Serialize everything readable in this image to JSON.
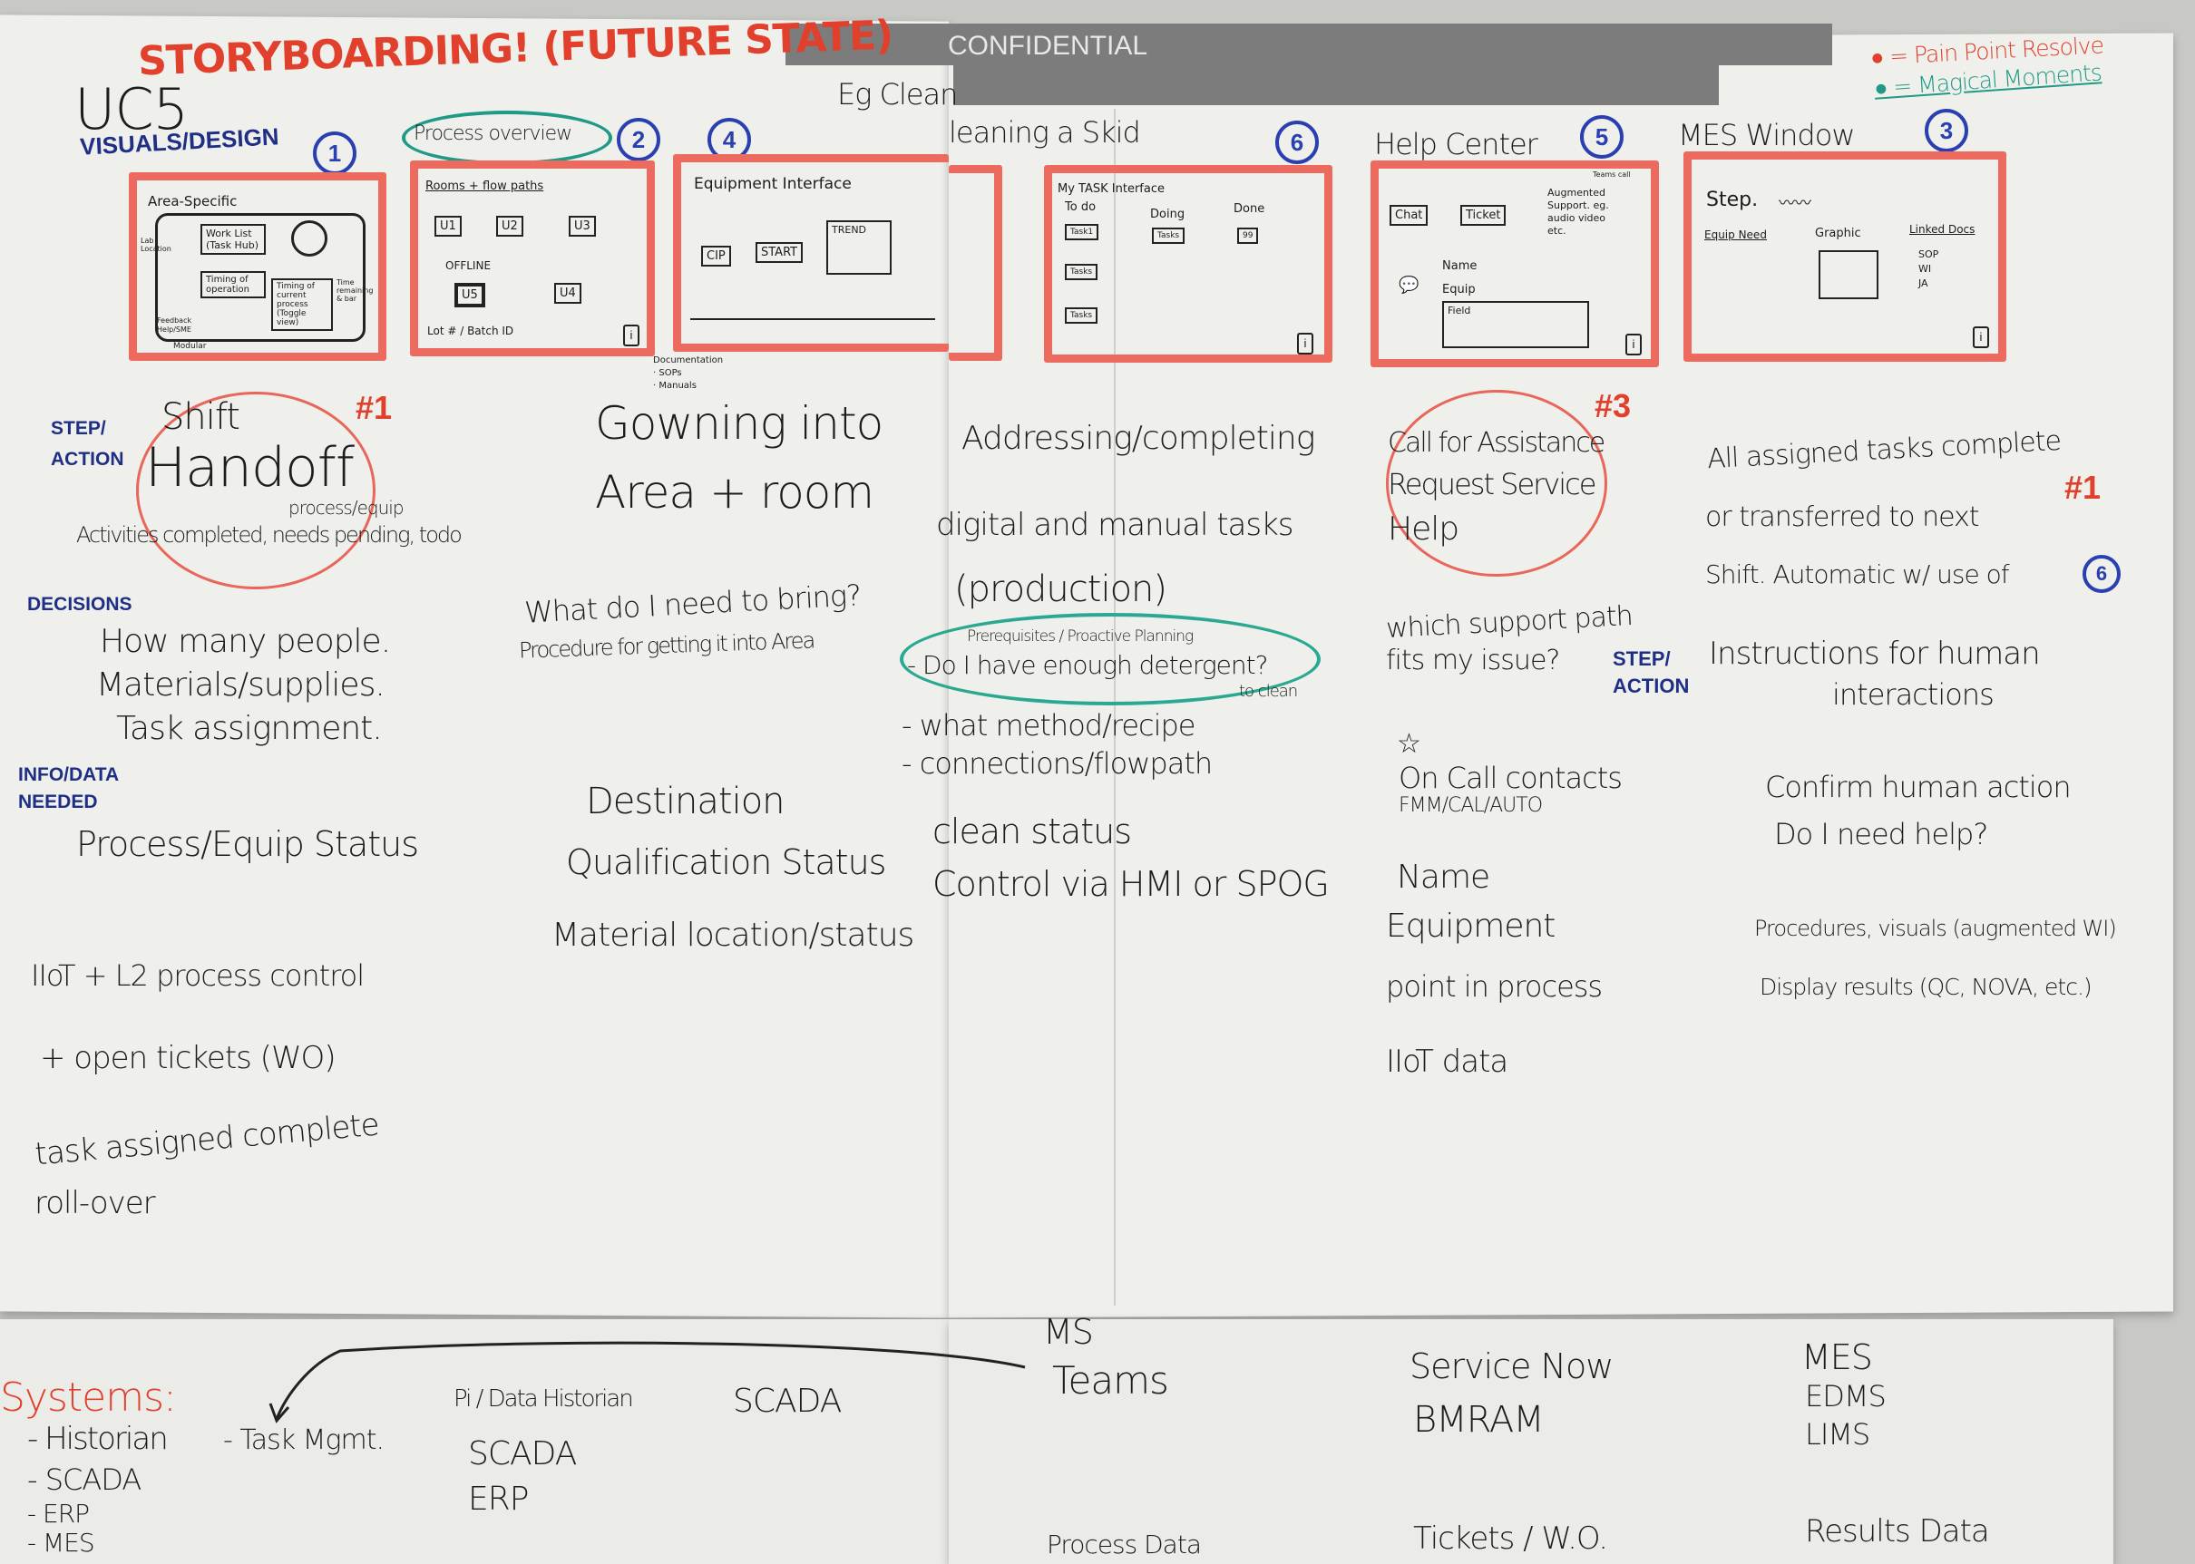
{
  "banner": {
    "confidential": "CONFIDENTIAL"
  },
  "header": {
    "title": "STORYBOARDING! (FUTURE STATE)",
    "use_case": "UC5",
    "visuals_label": "VISUALS/DESIGN",
    "legend": {
      "pain_point": "● = Pain Point Resolve",
      "magical": "● = Magical Moments",
      "pain_color": "#e0402c",
      "magical_color": "#1f9a86"
    },
    "example": "Eg Clean",
    "example_cont": "leaning a Skid"
  },
  "frames": [
    {
      "number": "1",
      "labels": [
        "Area-Specific",
        "Work List (Task Hub)",
        "Timing of operation",
        "Timing of current process (Toggle view)",
        "Time remaining & bar",
        "Lab Location",
        "Feedback",
        "Help/SME",
        "Modular"
      ]
    },
    {
      "number": "2",
      "heading": "Process overview",
      "labels": [
        "Rooms + flow paths",
        "U1",
        "U2",
        "U3",
        "U4",
        "U5",
        "OFFLINE",
        "Lot # / Batch ID"
      ],
      "note": [
        "Documentation",
        "· SOPs",
        "· Manuals"
      ]
    },
    {
      "number": "4",
      "labels": [
        "Equipment Interface",
        "CIP",
        "START",
        "TREND"
      ]
    },
    {
      "number": "6",
      "labels": [
        "My TASK Interface",
        "To do",
        "Doing",
        "Done",
        "Task1",
        "Tasks",
        "Tasks",
        "Tasks",
        "99"
      ]
    },
    {
      "number": "5",
      "heading": "Help Center",
      "labels": [
        "Chat",
        "Ticket",
        "Teams call",
        "Augmented Support. eg. audio video etc.",
        "Name",
        "Equip",
        "Field"
      ]
    },
    {
      "number": "3",
      "heading": "MES Window",
      "labels": [
        "Step.",
        "Equip Need",
        "Graphic",
        "Linked Docs",
        "SOP",
        "WI",
        "JA"
      ]
    }
  ],
  "row_labels": {
    "step_action": "STEP/ ACTION",
    "decisions": "DECISIONS",
    "info_needed": "INFO/DATA NEEDED",
    "step_action_2": "STEP/ ACTION"
  },
  "columns": [
    {
      "step": [
        "Shift",
        "Handoff"
      ],
      "badge": "#1",
      "detail_above": "process/equip",
      "detail": "Activities completed, needs pending, todo",
      "decisions": [
        "How many people.",
        "Materials/supplies.",
        "Task assignment."
      ],
      "info": [
        "Process/Equip Status"
      ],
      "extra": [
        "IIoT + L2 process control",
        "+ open tickets (WO)",
        "task assigned complete",
        "roll-over"
      ]
    },
    {
      "step": [
        "Gowning into",
        "Area + room"
      ],
      "decisions": [
        "What do I need to bring?",
        "Procedure for getting it into Area"
      ],
      "info": [
        "Destination",
        "Qualification Status",
        "Material location/status"
      ]
    },
    {
      "step": [
        "Addressing/completing",
        "digital and manual tasks",
        "(production)"
      ],
      "decisions_note": "Prerequisites / Proactive Planning",
      "decisions": [
        "- Do I have enough detergent?",
        "- what method/recipe",
        "- connections/flowpath"
      ],
      "decisions_sub": "to clean",
      "info": [
        "clean status",
        "Control via HMI or SPOG"
      ]
    },
    {
      "step": [
        "Call for Assistance",
        "Request Service",
        "Help"
      ],
      "badge": "#3",
      "decisions": [
        "which support path",
        "fits my issue?"
      ],
      "info_star": "☆",
      "info": [
        "On Call contacts",
        "FMM/CAL/AUTO",
        "Name",
        "Equipment",
        "point in process",
        "IIoT data"
      ]
    },
    {
      "step": [
        "All assigned tasks complete",
        "or transferred to next",
        "Shift. Automatic w/ use of"
      ],
      "step_ref": "6",
      "badge": "#1",
      "decisions": [
        "Instructions for human",
        "interactions"
      ],
      "info": [
        "Confirm human action",
        "Do I need help?",
        "Procedures, visuals (augmented WI)",
        "Display results (QC, NOVA, etc.)"
      ]
    }
  ],
  "systems": {
    "title": "Systems:",
    "list": [
      "- Historian",
      "- Task Mgmt.",
      "- SCADA",
      "- ERP",
      "- MES"
    ],
    "col2": [
      "Pi / Data Historian",
      "SCADA",
      "SCADA",
      "ERP"
    ],
    "col3": [
      "MS",
      "Teams",
      "Process Data"
    ],
    "col4": [
      "Service Now",
      "BMRAM",
      "Tickets / W.O."
    ],
    "col5": [
      "MES",
      "EDMS",
      "LIMS",
      "Results Data"
    ]
  }
}
